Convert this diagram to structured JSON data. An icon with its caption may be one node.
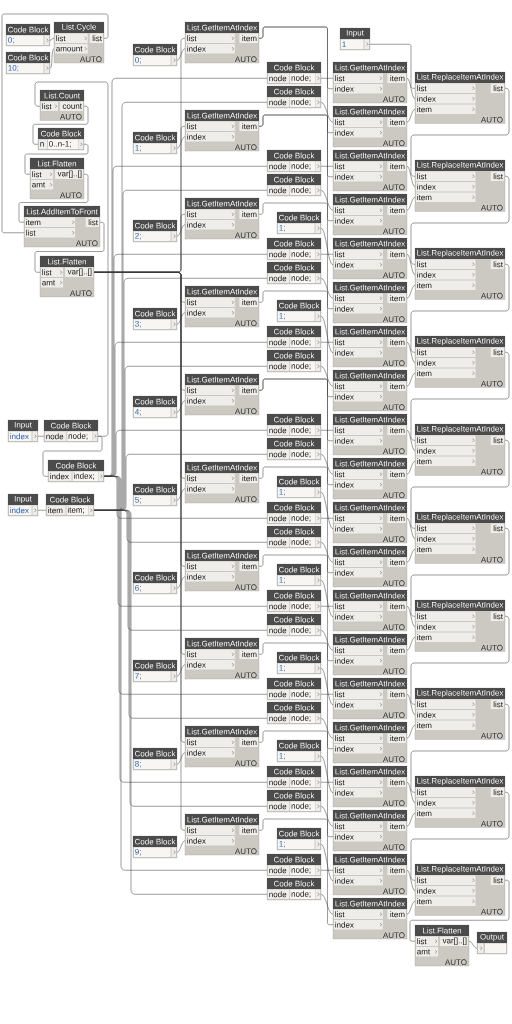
{
  "diagram": {
    "nodes": [
      {
        "text": [
          "List.Count",
          "list",
          "count",
          "AUTO"
        ]
      },
      {
        "text": [
          "Code Block",
          "n",
          "0..n-1;"
        ]
      },
      {
        "text": [
          "List.Flatten",
          "list",
          "amt",
          "var[]..[]",
          "AUTO"
        ]
      },
      {
        "text": [
          "List.AddItemToFront",
          "item",
          "list",
          "list",
          "AUTO"
        ]
      },
      {
        "text": [
          "Code Block",
          "0;"
        ]
      },
      {
        "text": [
          "List.Cycle",
          "list",
          "amount",
          "list",
          "AUTO"
        ]
      },
      {
        "text": [
          "Code Block",
          "10;"
        ]
      },
      {
        "text": [
          "Code Block",
          "node",
          "node;"
        ]
      },
      {
        "text": [
          "Input",
          "index"
        ]
      },
      {
        "text": [
          "Code Block",
          "index",
          "index;"
        ]
      },
      {
        "text": [
          "Input",
          "index"
        ]
      },
      {
        "text": [
          "Code Block",
          "item",
          "item;"
        ]
      },
      {
        "text": [
          "List.Flatten",
          "list",
          "amt",
          "var[]..[]",
          "AUTO"
        ]
      },
      {
        "text": [
          "Input",
          "1"
        ]
      },
      {
        "text": [
          "Code Block",
          "0;"
        ]
      },
      {
        "text": [
          "List.GetItemAtIndex",
          "list",
          "index",
          "item",
          "AUTO"
        ]
      },
      {
        "text": [
          "Code Block",
          "node",
          "node;"
        ]
      },
      {
        "text": [
          "Code Block",
          "node",
          "node;"
        ]
      },
      {
        "text": [
          "List.GetItemAtIndex",
          "list",
          "index",
          "item",
          "AUTO"
        ]
      },
      {
        "text": [
          "List.GetItemAtIndex",
          "list",
          "index",
          "item",
          "AUTO"
        ]
      },
      {
        "text": [
          "List.ReplaceItemAtIndex",
          "list",
          "index",
          "item",
          "list",
          "AUTO"
        ]
      },
      {
        "text": [
          "Code Block",
          "1;"
        ]
      },
      {
        "text": [
          "List.GetItemAtIndex",
          "list",
          "index",
          "item",
          "AUTO"
        ]
      },
      {
        "text": [
          "Code Block",
          "node",
          "node;"
        ]
      },
      {
        "text": [
          "Code Block",
          "node",
          "node;"
        ]
      },
      {
        "text": [
          "List.GetItemAtIndex",
          "list",
          "index",
          "item",
          "AUTO"
        ]
      },
      {
        "text": [
          "List.GetItemAtIndex",
          "list",
          "index",
          "item",
          "AUTO"
        ]
      },
      {
        "text": [
          "List.ReplaceItemAtIndex",
          "list",
          "index",
          "item",
          "list",
          "AUTO"
        ]
      },
      {
        "text": [
          "Code Block",
          "2;"
        ]
      },
      {
        "text": [
          "List.GetItemAtIndex",
          "list",
          "index",
          "item",
          "AUTO"
        ]
      },
      {
        "text": [
          "Code Block",
          "node",
          "node;"
        ]
      },
      {
        "text": [
          "Code Block",
          "1;"
        ]
      },
      {
        "text": [
          "Code Block",
          "node",
          "node;"
        ]
      },
      {
        "text": [
          "List.GetItemAtIndex",
          "list",
          "index",
          "item",
          "AUTO"
        ]
      },
      {
        "text": [
          "List.GetItemAtIndex",
          "list",
          "index",
          "item",
          "AUTO"
        ]
      },
      {
        "text": [
          "List.ReplaceItemAtIndex",
          "list",
          "index",
          "item",
          "list",
          "AUTO"
        ]
      },
      {
        "text": [
          "Code Block",
          "3;"
        ]
      },
      {
        "text": [
          "List.GetItemAtIndex",
          "list",
          "index",
          "item",
          "AUTO"
        ]
      },
      {
        "text": [
          "Code Block",
          "node",
          "node;"
        ]
      },
      {
        "text": [
          "Code Block",
          "1;"
        ]
      },
      {
        "text": [
          "Code Block",
          "node",
          "node;"
        ]
      },
      {
        "text": [
          "List.GetItemAtIndex",
          "list",
          "index",
          "item",
          "AUTO"
        ]
      },
      {
        "text": [
          "List.GetItemAtIndex",
          "list",
          "index",
          "item",
          "AUTO"
        ]
      },
      {
        "text": [
          "List.ReplaceItemAtIndex",
          "list",
          "index",
          "item",
          "list",
          "AUTO"
        ]
      },
      {
        "text": [
          "Code Block",
          "4;"
        ]
      },
      {
        "text": [
          "List.GetItemAtIndex",
          "list",
          "index",
          "item",
          "AUTO"
        ]
      },
      {
        "text": [
          "Code Block",
          "node",
          "node;"
        ]
      },
      {
        "text": [
          "Code Block",
          "node",
          "node;"
        ]
      },
      {
        "text": [
          "List.GetItemAtIndex",
          "list",
          "index",
          "item",
          "AUTO"
        ]
      },
      {
        "text": [
          "List.GetItemAtIndex",
          "list",
          "index",
          "item",
          "AUTO"
        ]
      },
      {
        "text": [
          "List.ReplaceItemAtIndex",
          "list",
          "index",
          "item",
          "list",
          "AUTO"
        ]
      },
      {
        "text": [
          "Code Block",
          "5;"
        ]
      },
      {
        "text": [
          "List.GetItemAtIndex",
          "list",
          "index",
          "item",
          "AUTO"
        ]
      },
      {
        "text": [
          "Code Block",
          "node",
          "node;"
        ]
      },
      {
        "text": [
          "Code Block",
          "1;"
        ]
      },
      {
        "text": [
          "Code Block",
          "node",
          "node;"
        ]
      },
      {
        "text": [
          "List.GetItemAtIndex",
          "list",
          "index",
          "item",
          "AUTO"
        ]
      },
      {
        "text": [
          "List.GetItemAtIndex",
          "list",
          "index",
          "item",
          "AUTO"
        ]
      },
      {
        "text": [
          "List.ReplaceItemAtIndex",
          "list",
          "index",
          "item",
          "list",
          "AUTO"
        ]
      },
      {
        "text": [
          "Code Block",
          "6;"
        ]
      },
      {
        "text": [
          "List.GetItemAtIndex",
          "list",
          "index",
          "item",
          "AUTO"
        ]
      },
      {
        "text": [
          "Code Block",
          "node",
          "node;"
        ]
      },
      {
        "text": [
          "Code Block",
          "1;"
        ]
      },
      {
        "text": [
          "Code Block",
          "node",
          "node;"
        ]
      },
      {
        "text": [
          "List.GetItemAtIndex",
          "list",
          "index",
          "item",
          "AUTO"
        ]
      },
      {
        "text": [
          "List.GetItemAtIndex",
          "list",
          "index",
          "item",
          "AUTO"
        ]
      },
      {
        "text": [
          "List.ReplaceItemAtIndex",
          "list",
          "index",
          "item",
          "list",
          "AUTO"
        ]
      },
      {
        "text": [
          "Code Block",
          "7;"
        ]
      },
      {
        "text": [
          "List.GetItemAtIndex",
          "list",
          "index",
          "item",
          "AUTO"
        ]
      },
      {
        "text": [
          "Code Block",
          "node",
          "node;"
        ]
      },
      {
        "text": [
          "Code Block",
          "1;"
        ]
      },
      {
        "text": [
          "Code Block",
          "node",
          "node;"
        ]
      },
      {
        "text": [
          "List.GetItemAtIndex",
          "list",
          "index",
          "item",
          "AUTO"
        ]
      },
      {
        "text": [
          "List.GetItemAtIndex",
          "list",
          "index",
          "item",
          "AUTO"
        ]
      },
      {
        "text": [
          "List.ReplaceItemAtIndex",
          "list",
          "index",
          "item",
          "list",
          "AUTO"
        ]
      },
      {
        "text": [
          "Code Block",
          "8;"
        ]
      },
      {
        "text": [
          "List.GetItemAtIndex",
          "list",
          "index",
          "item",
          "AUTO"
        ]
      },
      {
        "text": [
          "Code Block",
          "node",
          "node;"
        ]
      },
      {
        "text": [
          "Code Block",
          "1;"
        ]
      },
      {
        "text": [
          "Code Block",
          "node",
          "node;"
        ]
      },
      {
        "text": [
          "List.GetItemAtIndex",
          "list",
          "index",
          "item",
          "AUTO"
        ]
      },
      {
        "text": [
          "List.GetItemAtIndex",
          "list",
          "index",
          "item",
          "AUTO"
        ]
      },
      {
        "text": [
          "List.ReplaceItemAtIndex",
          "list",
          "index",
          "item",
          "list",
          "AUTO"
        ]
      },
      {
        "text": [
          "Code Block",
          "9;"
        ]
      },
      {
        "text": [
          "List.GetItemAtIndex",
          "list",
          "index",
          "item",
          "AUTO"
        ]
      },
      {
        "text": [
          "Code Block",
          "node",
          "node;"
        ]
      },
      {
        "text": [
          "Code Block",
          "1;"
        ]
      },
      {
        "text": [
          "Code Block",
          "node",
          "node;"
        ]
      },
      {
        "text": [
          "List.GetItemAtIndex",
          "list",
          "index",
          "item",
          "AUTO"
        ]
      },
      {
        "text": [
          "List.GetItemAtIndex",
          "list",
          "index",
          "item",
          "AUTO"
        ]
      },
      {
        "text": [
          "List.ReplaceItemAtIndex",
          "list",
          "index",
          "item",
          "list",
          "AUTO"
        ]
      },
      {
        "text": [
          "List.Flatten",
          "list",
          "amt",
          "var[]..[]",
          "AUTO"
        ]
      },
      {
        "text": [
          "Output"
        ]
      }
    ],
    "edges": [
      {
        "from": 8,
        "to": 7,
        "arrow": "none"
      },
      {
        "from": 7,
        "to": 0,
        "arrow": "none"
      },
      {
        "from": 7,
        "to": 9,
        "arrow": "none"
      },
      {
        "from": 0,
        "to": 1,
        "arrow": "none"
      },
      {
        "from": 1,
        "to": 2,
        "arrow": "none"
      },
      {
        "from": 2,
        "to": 3,
        "arrow": "none"
      },
      {
        "from": 5,
        "to": 3,
        "arrow": "none"
      },
      {
        "from": 4,
        "to": 5,
        "arrow": "none"
      },
      {
        "from": 6,
        "to": 5,
        "arrow": "none"
      },
      {
        "from": 3,
        "to": 12,
        "arrow": "none"
      },
      {
        "from": 10,
        "to": 11,
        "arrow": "none"
      },
      {
        "from": 12,
        "to": 15,
        "arrow": "none"
      },
      {
        "from": 14,
        "to": 15,
        "arrow": "none"
      },
      {
        "from": 9,
        "to": 16,
        "arrow": "none"
      },
      {
        "from": 11,
        "to": 17,
        "arrow": "none"
      },
      {
        "from": 16,
        "to": 18,
        "arrow": "none"
      },
      {
        "from": 15,
        "to": 18,
        "arrow": "none"
      },
      {
        "from": 17,
        "to": 19,
        "arrow": "none"
      },
      {
        "from": 15,
        "to": 19,
        "arrow": "none"
      },
      {
        "from": 13,
        "to": 20,
        "arrow": "none"
      },
      {
        "from": 18,
        "to": 20,
        "arrow": "none"
      },
      {
        "from": 19,
        "to": 20,
        "arrow": "none"
      },
      {
        "from": 12,
        "to": 22,
        "arrow": "none"
      },
      {
        "from": 21,
        "to": 22,
        "arrow": "none"
      },
      {
        "from": 9,
        "to": 23,
        "arrow": "none"
      },
      {
        "from": 11,
        "to": 24,
        "arrow": "none"
      },
      {
        "from": 23,
        "to": 25,
        "arrow": "none"
      },
      {
        "from": 22,
        "to": 25,
        "arrow": "none"
      },
      {
        "from": 24,
        "to": 26,
        "arrow": "none"
      },
      {
        "from": 22,
        "to": 26,
        "arrow": "none"
      },
      {
        "from": 20,
        "to": 27,
        "arrow": "none"
      },
      {
        "from": 25,
        "to": 27,
        "arrow": "none"
      },
      {
        "from": 26,
        "to": 27,
        "arrow": "none"
      },
      {
        "from": 12,
        "to": 29,
        "arrow": "none"
      },
      {
        "from": 28,
        "to": 29,
        "arrow": "none"
      },
      {
        "from": 9,
        "to": 30,
        "arrow": "none"
      },
      {
        "from": 11,
        "to": 32,
        "arrow": "none"
      },
      {
        "from": 30,
        "to": 33,
        "arrow": "none"
      },
      {
        "from": 31,
        "to": 33,
        "arrow": "none"
      },
      {
        "from": 32,
        "to": 34,
        "arrow": "none"
      },
      {
        "from": 29,
        "to": 34,
        "arrow": "none"
      },
      {
        "from": 27,
        "to": 35,
        "arrow": "none"
      },
      {
        "from": 33,
        "to": 35,
        "arrow": "none"
      },
      {
        "from": 34,
        "to": 35,
        "arrow": "none"
      },
      {
        "from": 12,
        "to": 37,
        "arrow": "none"
      },
      {
        "from": 36,
        "to": 37,
        "arrow": "none"
      },
      {
        "from": 9,
        "to": 38,
        "arrow": "none"
      },
      {
        "from": 11,
        "to": 40,
        "arrow": "none"
      },
      {
        "from": 38,
        "to": 41,
        "arrow": "none"
      },
      {
        "from": 39,
        "to": 41,
        "arrow": "none"
      },
      {
        "from": 40,
        "to": 42,
        "arrow": "none"
      },
      {
        "from": 37,
        "to": 42,
        "arrow": "none"
      },
      {
        "from": 35,
        "to": 43,
        "arrow": "none"
      },
      {
        "from": 41,
        "to": 43,
        "arrow": "none"
      },
      {
        "from": 42,
        "to": 43,
        "arrow": "none"
      },
      {
        "from": 12,
        "to": 45,
        "arrow": "none"
      },
      {
        "from": 44,
        "to": 45,
        "arrow": "none"
      },
      {
        "from": 9,
        "to": 46,
        "arrow": "none"
      },
      {
        "from": 11,
        "to": 47,
        "arrow": "none"
      },
      {
        "from": 46,
        "to": 48,
        "arrow": "none"
      },
      {
        "from": 45,
        "to": 48,
        "arrow": "none"
      },
      {
        "from": 47,
        "to": 49,
        "arrow": "none"
      },
      {
        "from": 45,
        "to": 49,
        "arrow": "none"
      },
      {
        "from": 43,
        "to": 50,
        "arrow": "none"
      },
      {
        "from": 48,
        "to": 50,
        "arrow": "none"
      },
      {
        "from": 49,
        "to": 50,
        "arrow": "none"
      },
      {
        "from": 12,
        "to": 52,
        "arrow": "none"
      },
      {
        "from": 51,
        "to": 52,
        "arrow": "none"
      },
      {
        "from": 9,
        "to": 53,
        "arrow": "none"
      },
      {
        "from": 11,
        "to": 55,
        "arrow": "none"
      },
      {
        "from": 53,
        "to": 56,
        "arrow": "none"
      },
      {
        "from": 54,
        "to": 56,
        "arrow": "none"
      },
      {
        "from": 55,
        "to": 57,
        "arrow": "none"
      },
      {
        "from": 52,
        "to": 57,
        "arrow": "none"
      },
      {
        "from": 50,
        "to": 58,
        "arrow": "none"
      },
      {
        "from": 56,
        "to": 58,
        "arrow": "none"
      },
      {
        "from": 57,
        "to": 58,
        "arrow": "none"
      },
      {
        "from": 12,
        "to": 60,
        "arrow": "none"
      },
      {
        "from": 59,
        "to": 60,
        "arrow": "none"
      },
      {
        "from": 9,
        "to": 61,
        "arrow": "none"
      },
      {
        "from": 11,
        "to": 63,
        "arrow": "none"
      },
      {
        "from": 61,
        "to": 64,
        "arrow": "none"
      },
      {
        "from": 62,
        "to": 64,
        "arrow": "none"
      },
      {
        "from": 63,
        "to": 65,
        "arrow": "none"
      },
      {
        "from": 60,
        "to": 65,
        "arrow": "none"
      },
      {
        "from": 58,
        "to": 66,
        "arrow": "none"
      },
      {
        "from": 64,
        "to": 66,
        "arrow": "none"
      },
      {
        "from": 65,
        "to": 66,
        "arrow": "none"
      },
      {
        "from": 12,
        "to": 68,
        "arrow": "none"
      },
      {
        "from": 67,
        "to": 68,
        "arrow": "none"
      },
      {
        "from": 9,
        "to": 69,
        "arrow": "none"
      },
      {
        "from": 11,
        "to": 71,
        "arrow": "none"
      },
      {
        "from": 69,
        "to": 72,
        "arrow": "none"
      },
      {
        "from": 70,
        "to": 72,
        "arrow": "none"
      },
      {
        "from": 71,
        "to": 73,
        "arrow": "none"
      },
      {
        "from": 68,
        "to": 73,
        "arrow": "none"
      },
      {
        "from": 66,
        "to": 74,
        "arrow": "none"
      },
      {
        "from": 72,
        "to": 74,
        "arrow": "none"
      },
      {
        "from": 73,
        "to": 74,
        "arrow": "none"
      },
      {
        "from": 12,
        "to": 76,
        "arrow": "none"
      },
      {
        "from": 75,
        "to": 76,
        "arrow": "none"
      },
      {
        "from": 9,
        "to": 77,
        "arrow": "none"
      },
      {
        "from": 11,
        "to": 79,
        "arrow": "none"
      },
      {
        "from": 77,
        "to": 80,
        "arrow": "none"
      },
      {
        "from": 78,
        "to": 80,
        "arrow": "none"
      },
      {
        "from": 79,
        "to": 81,
        "arrow": "none"
      },
      {
        "from": 76,
        "to": 81,
        "arrow": "none"
      },
      {
        "from": 74,
        "to": 82,
        "arrow": "none"
      },
      {
        "from": 80,
        "to": 82,
        "arrow": "none"
      },
      {
        "from": 81,
        "to": 82,
        "arrow": "none"
      },
      {
        "from": 12,
        "to": 84,
        "arrow": "none"
      },
      {
        "from": 83,
        "to": 84,
        "arrow": "none"
      },
      {
        "from": 9,
        "to": 85,
        "arrow": "none"
      },
      {
        "from": 11,
        "to": 87,
        "arrow": "none"
      },
      {
        "from": 85,
        "to": 88,
        "arrow": "none"
      },
      {
        "from": 86,
        "to": 88,
        "arrow": "none"
      },
      {
        "from": 87,
        "to": 89,
        "arrow": "none"
      },
      {
        "from": 84,
        "to": 89,
        "arrow": "none"
      },
      {
        "from": 82,
        "to": 90,
        "arrow": "none"
      },
      {
        "from": 88,
        "to": 90,
        "arrow": "none"
      },
      {
        "from": 89,
        "to": 90,
        "arrow": "none"
      },
      {
        "from": 90,
        "to": 91,
        "arrow": "none"
      },
      {
        "from": 91,
        "to": 92,
        "arrow": "none"
      }
    ]
  }
}
